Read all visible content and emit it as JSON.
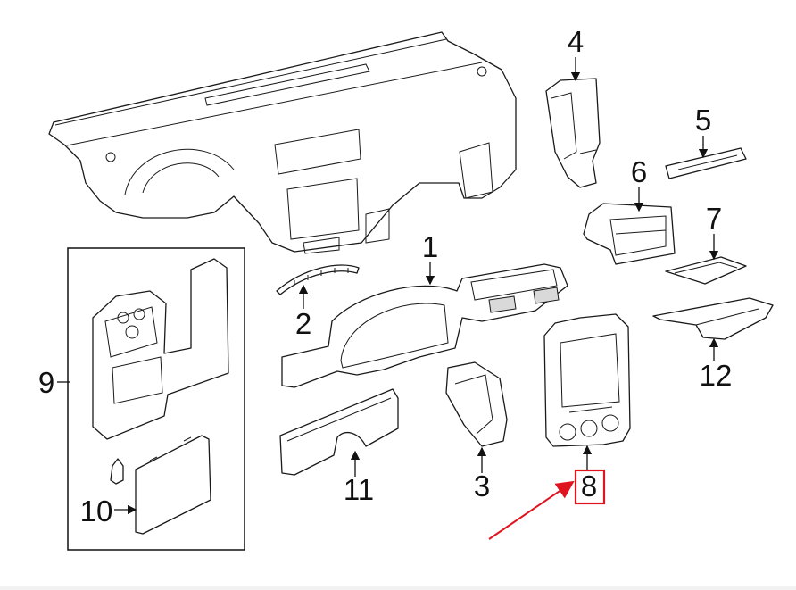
{
  "callouts": [
    "1",
    "2",
    "3",
    "4",
    "5",
    "6",
    "7",
    "8",
    "9",
    "10",
    "11",
    "12"
  ],
  "highlight": {
    "callout": "8",
    "color": "#e0141e"
  },
  "arrow_color": "#e0141e"
}
